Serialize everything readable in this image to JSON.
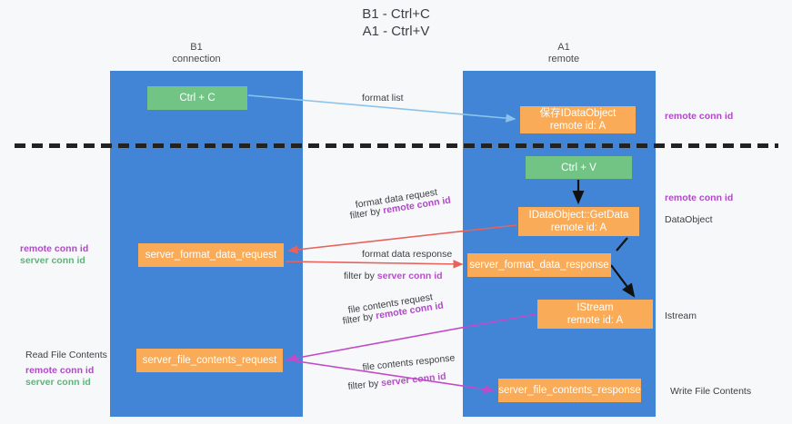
{
  "title": {
    "line1": "B1 - Ctrl+C",
    "line2": "A1 - Ctrl+V"
  },
  "columns": [
    {
      "name": "B1",
      "role": "connection"
    },
    {
      "name": "A1",
      "role": "remote"
    }
  ],
  "boxes": {
    "ctrl_c": {
      "label": "Ctrl + C",
      "color": "#72c485"
    },
    "ctrl_v": {
      "label": "Ctrl + V",
      "color": "#72c485"
    },
    "save_idataobject": {
      "line1": "保存IDataObject",
      "line2": "remote id: A",
      "color": "#f9ab57"
    },
    "getdata": {
      "line1": "IDataObject::GetData",
      "line2": "remote id: A",
      "color": "#f9ab57"
    },
    "server_format_data_request": {
      "label": "server_format_data_request",
      "color": "#f9ab57"
    },
    "server_format_data_response": {
      "label": "server_format_data_response",
      "color": "#f9ab57"
    },
    "istream": {
      "line1": "IStream",
      "line2": "remote id: A",
      "color": "#f9ab57"
    },
    "server_file_contents_request": {
      "label": "server_file_contents_request",
      "color": "#f9ab57"
    },
    "server_file_contents_response": {
      "label": "server_file_contents_response",
      "color": "#f9ab57"
    }
  },
  "edge_labels": {
    "format_list": "format list",
    "format_data_request": "format data request",
    "format_data_request_filter_prefix": "filter by ",
    "format_data_request_filter_key": "remote conn id",
    "format_data_response": "format data response",
    "format_data_response_filter_prefix": "filter by ",
    "format_data_response_filter_key": "server conn id",
    "file_contents_request": "file contents request",
    "file_contents_request_filter_prefix": "filter by ",
    "file_contents_request_filter_key": "remote conn id",
    "file_contents_response": "file contents response",
    "file_contents_response_filter_prefix": "filter by ",
    "file_contents_response_filter_key": "server conn id"
  },
  "side_labels": {
    "right_remote_conn_id_top": "remote conn id",
    "right_remote_conn_id_mid": "remote conn id",
    "right_dataobject": "DataObject",
    "right_istream": "Istream",
    "right_write_file_contents": "Write File Contents",
    "left_remote_conn_id_mid": "remote conn id",
    "left_server_conn_id_mid": "server conn id",
    "left_read_file_contents": "Read File Contents",
    "left_remote_conn_id_bottom": "remote conn id",
    "left_server_conn_id_bottom": "server conn id"
  },
  "colors": {
    "lane": "#4285d6",
    "green_box": "#72c485",
    "orange_box": "#f9ab57",
    "purple_text": "#b048c8",
    "green_text": "#57b877",
    "arrow_light_blue": "#8bc4ea",
    "arrow_red": "#e8625c",
    "arrow_magenta": "#c24ac9",
    "arrow_black": "#111111",
    "divider": "#222222",
    "background": "#f7f8f9"
  }
}
